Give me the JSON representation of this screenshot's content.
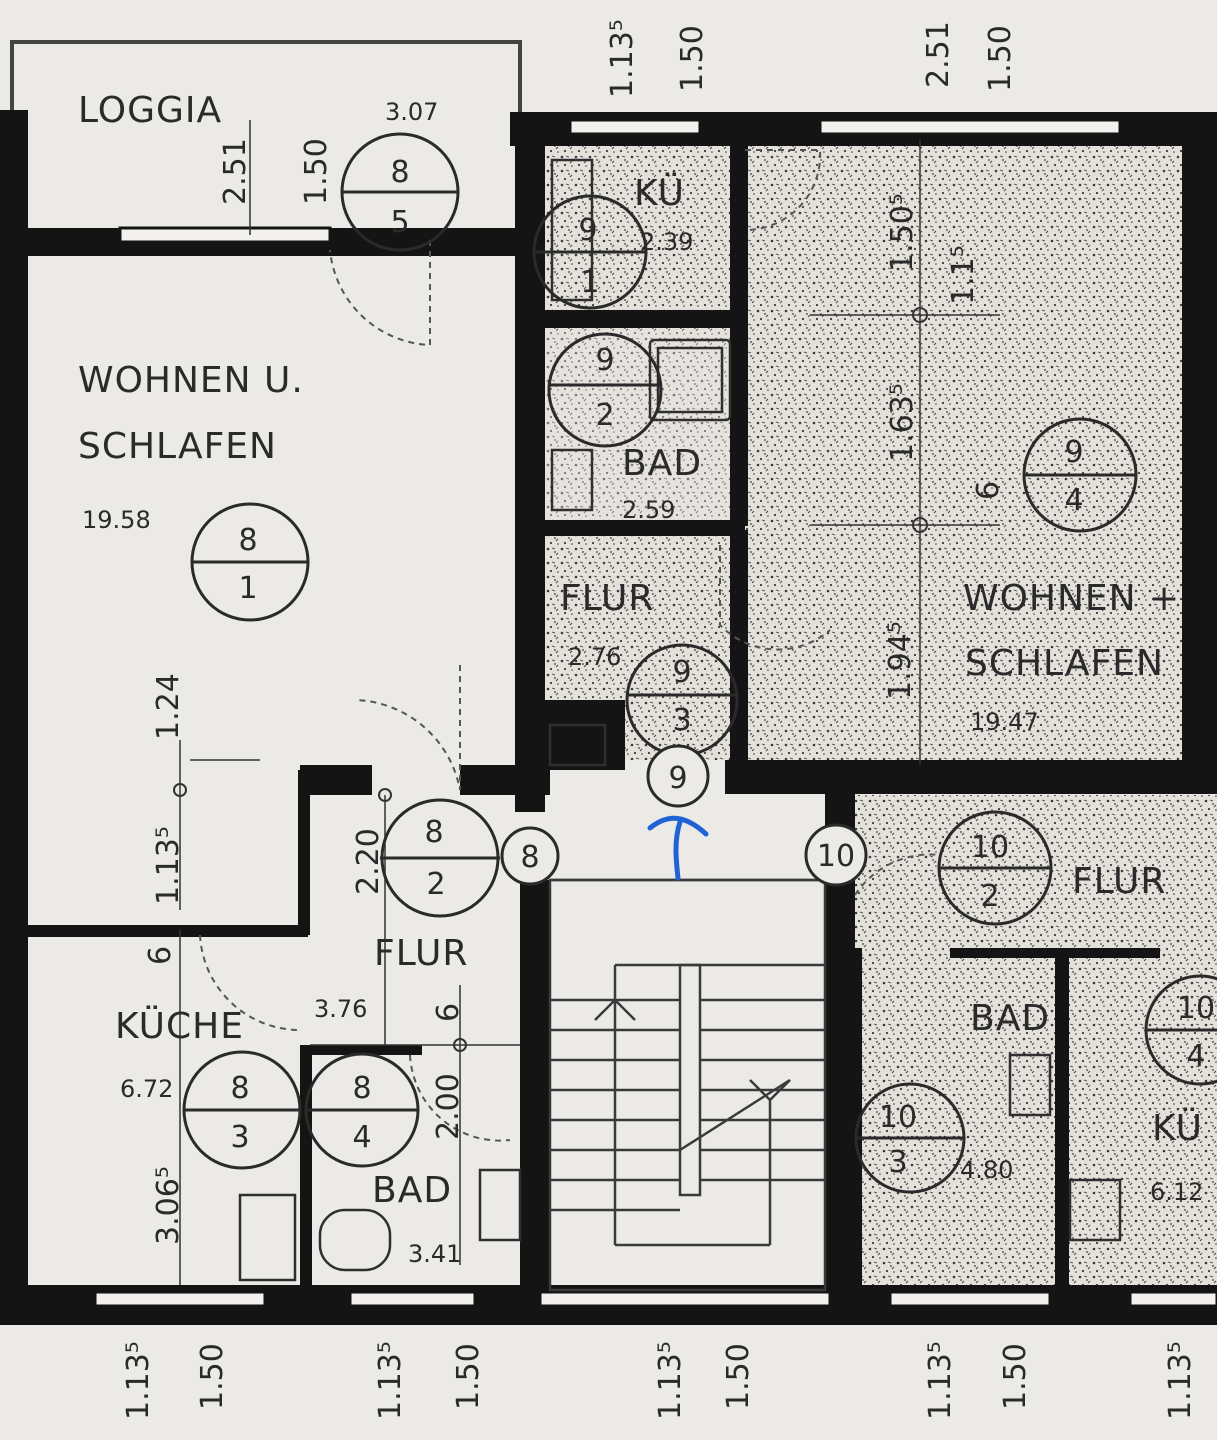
{
  "rooms": {
    "loggia": "LOGGIA",
    "wohnen_left_1": "WOHNEN U.",
    "wohnen_left_2": "SCHLAFEN",
    "wohnen_left_area": "19.58",
    "ku": "KÜ",
    "ku_area": "2.39",
    "bad_top": "BAD",
    "bad_top_area": "2.59",
    "flur_top": "FLUR",
    "flur_top_area": "2.76",
    "wohnen_right_1": "WOHNEN +",
    "wohnen_right_2": "SCHLAFEN",
    "wohnen_right_area": "19.47",
    "flur_mid": "FLUR",
    "kueche": "KÜCHE",
    "kueche_area": "6.72",
    "flur_mid_area": "3.76",
    "bad_bottom": "BAD",
    "bad_bottom_area": "3.41",
    "flur_right": "FLUR",
    "bad_right": "BAD",
    "bad_right_area": "4.80",
    "ku_right": "KÜ",
    "ku_right_area": "6.12"
  },
  "markers": {
    "m8_5_top": "8",
    "m8_5_bot": "5",
    "m9_1_top": "9",
    "m9_1_bot": "1",
    "m9_2_top": "9",
    "m9_2_bot": "2",
    "m9_4_top": "9",
    "m9_4_bot": "4",
    "m8_1_top": "8",
    "m8_1_bot": "1",
    "m9_3_top": "9",
    "m9_3_bot": "3",
    "m9_door": "9",
    "m8_2_top": "8",
    "m8_2_bot": "2",
    "m8_door": "8",
    "m10_door": "10",
    "m10_2_top": "10",
    "m10_2_bot": "2",
    "m8_3_top": "8",
    "m8_3_bot": "3",
    "m8_4_top": "8",
    "m8_4_bot": "4",
    "m10_3_top": "10",
    "m10_3_bot": "3",
    "m10_4_top": "10",
    "m10_4_bot": "4"
  },
  "dims": {
    "top_1135": "1.13⁵",
    "top_150": "1.50",
    "top_251": "2.51",
    "top_150b": "1.50",
    "loggia_251": "2.51",
    "loggia_150": "1.50",
    "loggia_307": "3.07",
    "d_1505": "1.50⁵",
    "d_115": "1.1⁵",
    "d_1635": "1.63⁵",
    "d_6": "6",
    "d_1945": "1.94⁵",
    "d_24": "1.24",
    "d_1135_left": "1.13⁵",
    "d_220": "2.20",
    "d_6b": "6",
    "d_6c": "6",
    "d_200": "2.00",
    "d_3065": "3.06⁵",
    "bottom_1135_a": "1.13⁵",
    "bottom_150_a": "1.50",
    "bottom_1135_b": "1.13⁵",
    "bottom_150_b": "1.50",
    "bottom_1135_c": "1.13⁵",
    "bottom_150_c": "1.50",
    "bottom_1135_d": "1.13⁵",
    "bottom_150_d": "1.50",
    "bottom_1135_e": "1.13⁵"
  },
  "colors": {
    "paper": "#eceae6",
    "wall": "#141414",
    "ink": "#2a2a2a",
    "speckle": "#d9d6cf",
    "marker_pen": "#1f63d6"
  }
}
